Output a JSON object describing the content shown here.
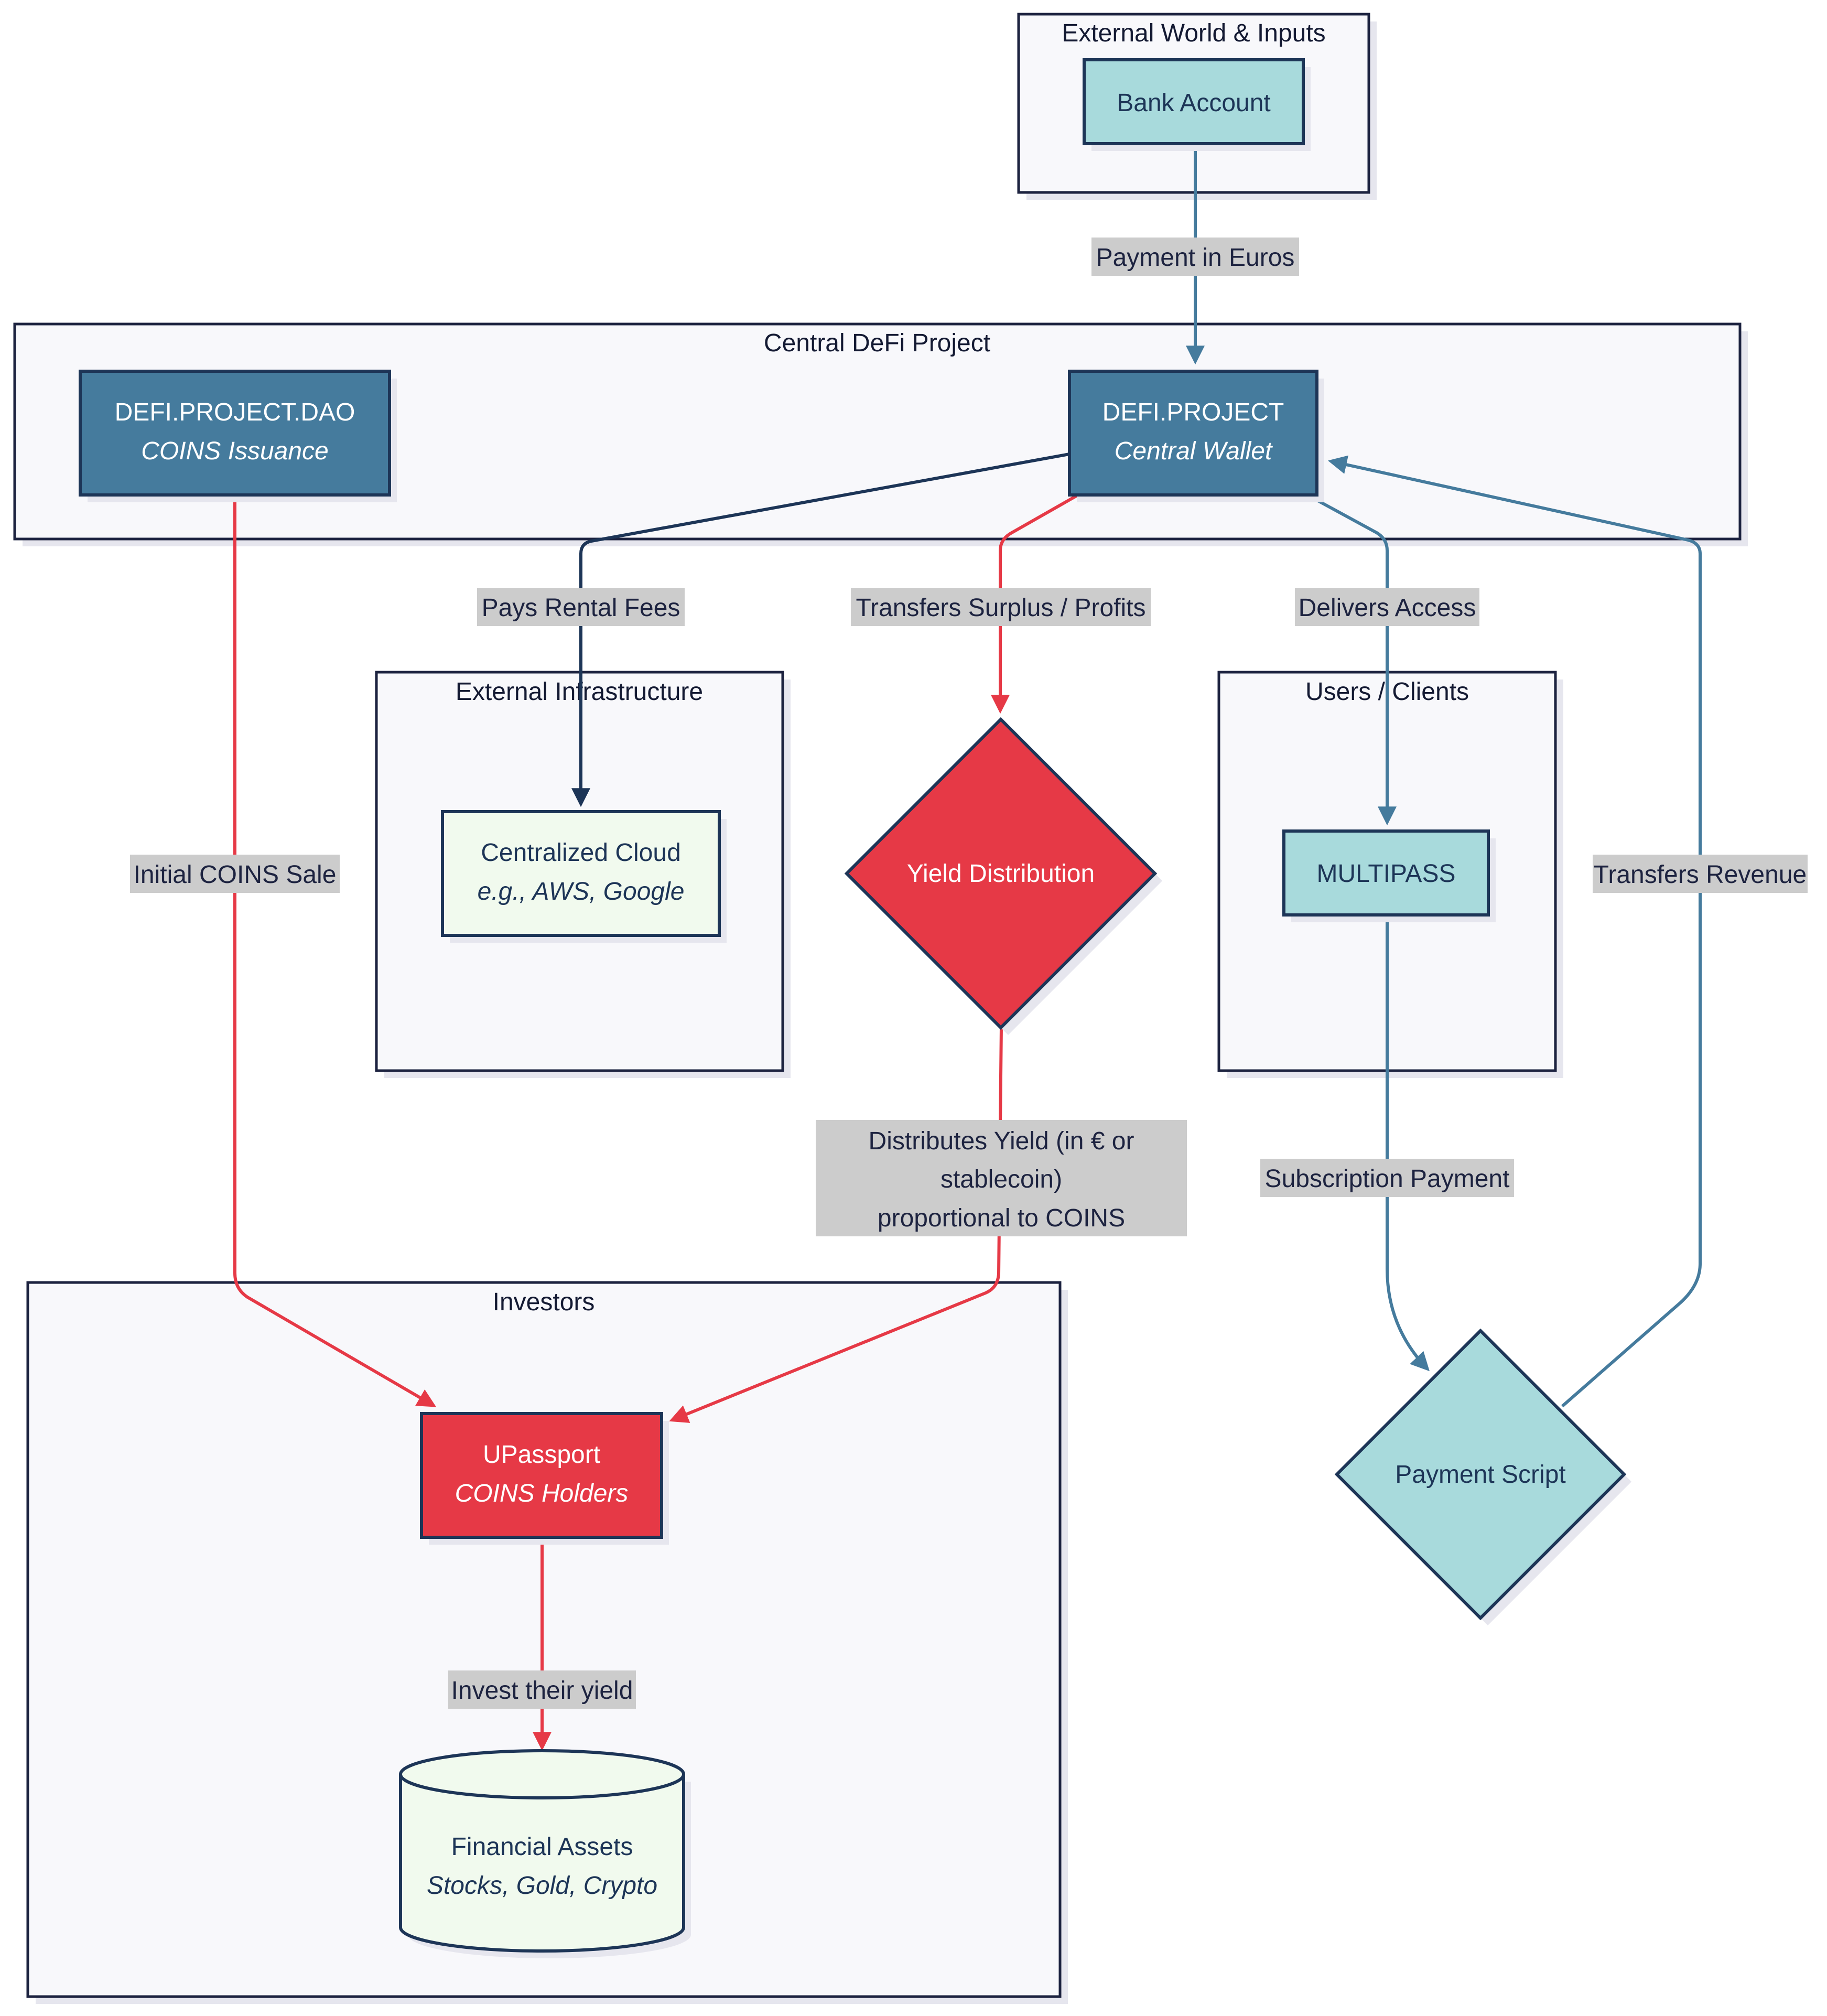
{
  "groups": {
    "external_world": "External World & Inputs",
    "central_defi": "Central DeFi Project",
    "external_infra": "External Infrastructure",
    "users_clients": "Users / Clients",
    "investors": "Investors"
  },
  "nodes": {
    "bank_account": {
      "title": "Bank Account"
    },
    "defi_dao": {
      "title": "DEFI.PROJECT.DAO",
      "subtitle": "COINS Issuance"
    },
    "defi_project": {
      "title": "DEFI.PROJECT",
      "subtitle": "Central Wallet"
    },
    "centralized_cloud": {
      "title": "Centralized Cloud",
      "subtitle": "e.g., AWS, Google"
    },
    "yield_distribution": {
      "title": "Yield Distribution"
    },
    "multipass": {
      "title": "MULTIPASS"
    },
    "payment_script": {
      "title": "Payment Script"
    },
    "upassport": {
      "title": "UPassport",
      "subtitle": "COINS Holders"
    },
    "financial_assets": {
      "title": "Financial Assets",
      "subtitle": "Stocks, Gold, Crypto"
    }
  },
  "edges": {
    "payment_in_euros": "Payment in Euros",
    "pays_rental_fees": "Pays Rental Fees",
    "transfers_surplus": "Transfers Surplus / Profits",
    "delivers_access": "Delivers Access",
    "initial_coins_sale": "Initial COINS Sale",
    "transfers_revenue": "Transfers Revenue",
    "distributes_yield_1": "Distributes Yield (in € or",
    "distributes_yield_2": "stablecoin)",
    "distributes_yield_3": "proportional to COINS",
    "subscription_payment": "Subscription Payment",
    "invest_yield": "Invest their yield"
  },
  "colors": {
    "dark_blue": "#457b9d",
    "navy": "#1d3557",
    "red": "#e63946",
    "light_teal": "#a8dadc",
    "pale_green": "#f1faee",
    "group_bg": "#f8f8fb"
  }
}
